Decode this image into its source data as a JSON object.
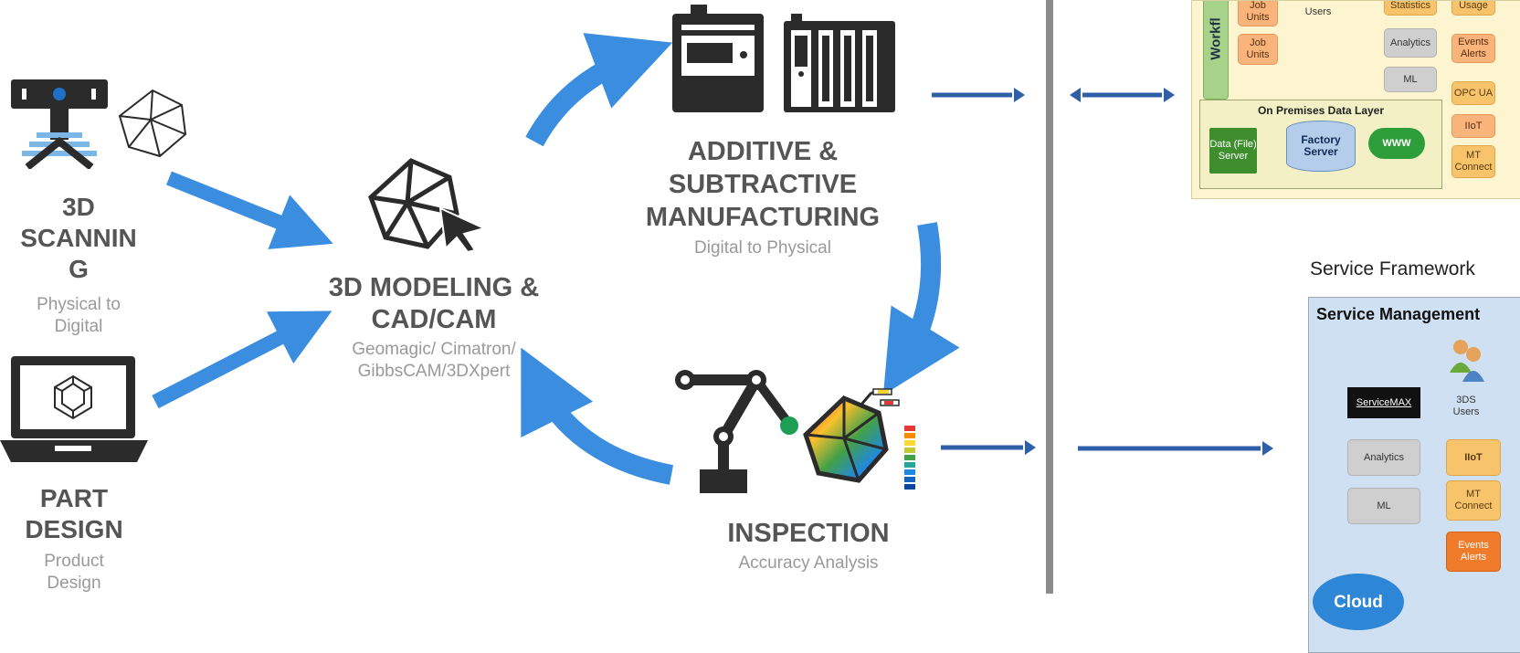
{
  "colors": {
    "arrow_blue": "#3b8de0",
    "dark": "#2b2b2b",
    "label_dark": "#555555",
    "label_light": "#999999"
  },
  "nodes": {
    "scanning": {
      "title_lines": [
        "3D",
        "SCANNIN",
        "G"
      ],
      "subtitle_lines": [
        "Physical to",
        "Digital"
      ]
    },
    "part_design": {
      "title_lines": [
        "PART",
        "DESIGN"
      ],
      "subtitle_lines": [
        "Product",
        "Design"
      ]
    },
    "modeling": {
      "title_lines": [
        "3D MODELING &",
        "CAD/CAM"
      ],
      "subtitle_lines": [
        "Geomagic/ Cimatron/",
        "GibbsCAM/3DXpert"
      ]
    },
    "manufacturing": {
      "title_lines": [
        "ADDITIVE &",
        "SUBTRACTIVE",
        "MANUFACTURING"
      ],
      "subtitle": "Digital to Physical"
    },
    "inspection": {
      "title": "INSPECTION",
      "subtitle": "Accuracy Analysis"
    }
  },
  "top_panel": {
    "workflow_label": "Workfl",
    "items": {
      "job_units_1": "Job Units",
      "users": "Users",
      "statistics": "Statistics",
      "usage": "Usage",
      "job_units_2": "Job Units",
      "analytics": "Analytics",
      "events_alerts": "Events Alerts",
      "ml": "ML",
      "opc_ua": "OPC UA",
      "iiot": "IIoT",
      "mt_connect": "MT Connect"
    },
    "data_layer": {
      "title": "On Premises Data Layer",
      "data_server": "Data (File) Server",
      "factory_server": "Factory Server",
      "www": "WWW"
    }
  },
  "service_framework": {
    "title": "Service Framework",
    "panel_title": "Service Management",
    "servicemax": "ServiceMAX",
    "users": "3DS Users",
    "analytics": "Analytics",
    "iiot": "IIoT",
    "mt_connect": "MT Connect",
    "ml": "ML",
    "events_alerts": "Events Alerts",
    "cloud": "Cloud"
  }
}
